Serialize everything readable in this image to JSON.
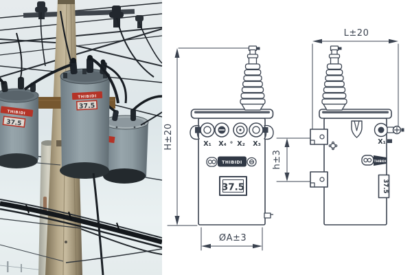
{
  "photo": {
    "brand_label": "THIBIDI",
    "rating_label": "37.5"
  },
  "diagram": {
    "front_view": {
      "height_dim": "H±20",
      "diameter_dim": "ØA±3",
      "terminals": [
        "X₁",
        "X₄",
        "∘",
        "X₂",
        "X₃"
      ],
      "nameplate": "THIBIDI",
      "rating": "37.5"
    },
    "side_view": {
      "length_dim": "L±20",
      "bracket_dim": "h±3",
      "terminal": "X₁",
      "nameplate": "THIBIDI",
      "rating": "37.5"
    }
  },
  "colors": {
    "drawing_line": "#3b4350",
    "nameplate_fill": "#303845",
    "label_red": "#b43327",
    "tank_gray": "#8d9aa1",
    "sky": "#e3eaec",
    "pole_tan": "#b3a587"
  }
}
